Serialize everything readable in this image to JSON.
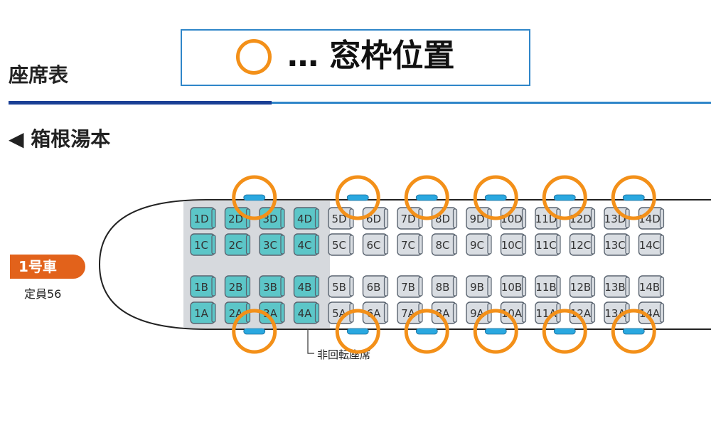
{
  "legend": {
    "symbol_desc": "orange circle",
    "text": "… 窓枠位置"
  },
  "page_title": "座席表",
  "direction": "◀ 箱根湯本",
  "car": {
    "label": "1号車",
    "capacity": "定員56"
  },
  "non_rotating_label": "非回転座席",
  "colors": {
    "accent": "#f39019",
    "non_rotating_seat": "#5cc6c8",
    "regular_seat": "#d9dde2",
    "window": "#2aa8e0",
    "car_badge": "#e2621b",
    "rule_dark": "#1a3f95",
    "rule_light": "#2f86c9"
  },
  "rows": [
    {
      "row": "1",
      "seats": [
        "1D",
        "1C",
        "1B",
        "1A"
      ],
      "non_rotating": true
    },
    {
      "row": "2",
      "seats": [
        "2D",
        "2C",
        "2B",
        "2A"
      ],
      "non_rotating": true
    },
    {
      "row": "3",
      "seats": [
        "3D",
        "3C",
        "3B",
        "3A"
      ],
      "non_rotating": true
    },
    {
      "row": "4",
      "seats": [
        "4D",
        "4C",
        "4B",
        "4A"
      ],
      "non_rotating": true
    },
    {
      "row": "5",
      "seats": [
        "5D",
        "5C",
        "5B",
        "5A"
      ],
      "non_rotating": false
    },
    {
      "row": "6",
      "seats": [
        "6D",
        "6C",
        "6B",
        "6A"
      ],
      "non_rotating": false
    },
    {
      "row": "7",
      "seats": [
        "7D",
        "7C",
        "7B",
        "7A"
      ],
      "non_rotating": false
    },
    {
      "row": "8",
      "seats": [
        "8D",
        "8C",
        "8B",
        "8A"
      ],
      "non_rotating": false
    },
    {
      "row": "9",
      "seats": [
        "9D",
        "9C",
        "9B",
        "9A"
      ],
      "non_rotating": false
    },
    {
      "row": "10",
      "seats": [
        "10D",
        "10C",
        "10B",
        "10A"
      ],
      "non_rotating": false
    },
    {
      "row": "11",
      "seats": [
        "11D",
        "11C",
        "11B",
        "11A"
      ],
      "non_rotating": false
    },
    {
      "row": "12",
      "seats": [
        "12D",
        "12C",
        "12B",
        "12A"
      ],
      "non_rotating": false
    },
    {
      "row": "13",
      "seats": [
        "13D",
        "13C",
        "13B",
        "13A"
      ],
      "non_rotating": false
    },
    {
      "row": "14",
      "seats": [
        "14D",
        "14C",
        "14B",
        "14A"
      ],
      "non_rotating": false
    }
  ],
  "window_frames_after_row": [
    "2",
    "5",
    "7",
    "9",
    "11",
    "13"
  ]
}
